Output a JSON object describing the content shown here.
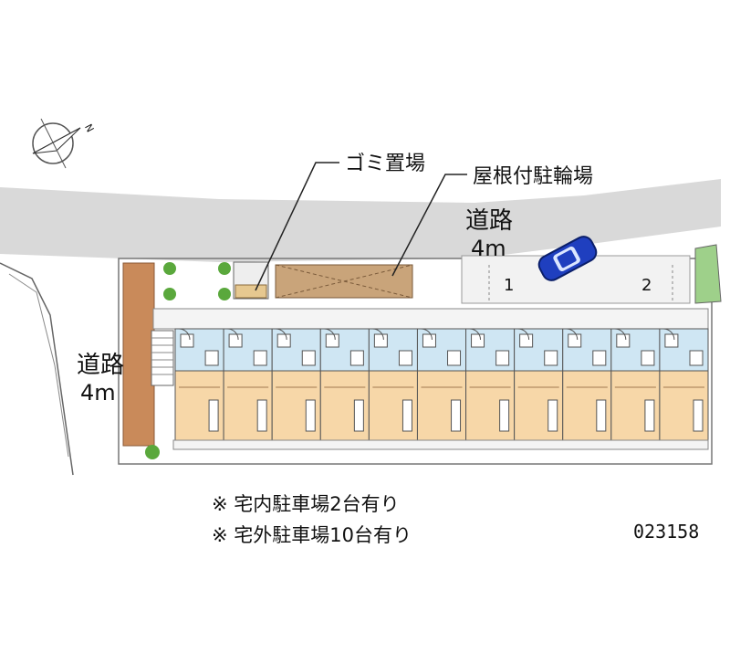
{
  "labels": {
    "garbage": "ゴミ置場",
    "bike_parking": "屋根付駐輪場",
    "road_top_name": "道路",
    "road_top_width": "4m",
    "road_left_name": "道路",
    "road_left_width": "4m",
    "parking_1": "1",
    "parking_2": "2",
    "compass_north": "N"
  },
  "notes": [
    "※ 宅内駐車場2台有り",
    "※ 宅外駐車場10台有り"
  ],
  "property_code": "023158",
  "building": {
    "unit_count": 11
  },
  "colors": {
    "road": "#d9d9d9",
    "unit_front": "#cfe6f3",
    "unit_main": "#f7d7a8",
    "bike_shed": "#c9a47a",
    "brick": "#c98a5a",
    "car": "#1f3fbf",
    "tree": "#5aa83c"
  }
}
